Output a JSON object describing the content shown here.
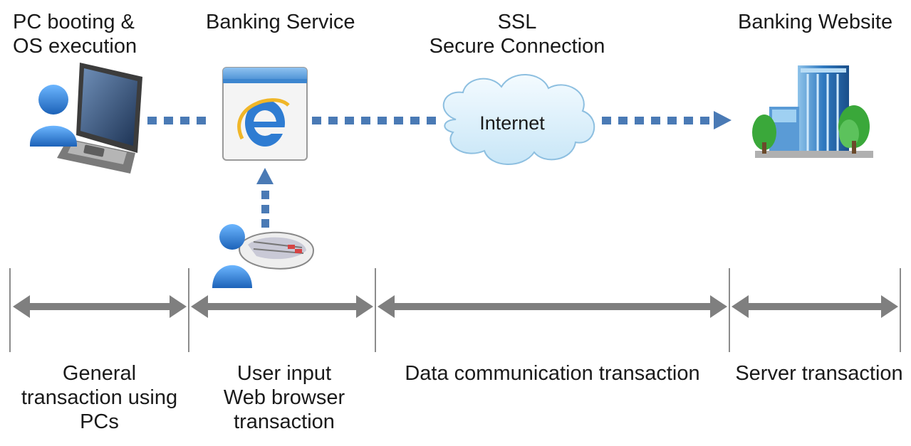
{
  "top_labels": {
    "pc": [
      "PC booting &",
      "OS execution"
    ],
    "banking_service": "Banking Service",
    "ssl": [
      "SSL",
      "Secure Connection"
    ],
    "banking_website": "Banking Website"
  },
  "internet_label": "Internet",
  "stages": [
    {
      "lines": [
        "General",
        "transaction using",
        "PCs"
      ]
    },
    {
      "lines": [
        "User input",
        "Web browser",
        "transaction"
      ]
    },
    {
      "lines": [
        "Data communication transaction"
      ]
    },
    {
      "lines": [
        "Server transaction"
      ]
    }
  ],
  "colors": {
    "flow": "#4a7ab5",
    "span_arrow": "#7f7f7f",
    "divider": "#8c8c8c",
    "person": "#2f7fd6",
    "cloud": "#dff0fb",
    "building": "#3e86c6",
    "tree": "#3aa83a"
  },
  "icons": [
    "laptop-user-icon",
    "browser-ie-icon",
    "keyboard-user-icon",
    "internet-cloud-icon",
    "bank-building-icon"
  ]
}
